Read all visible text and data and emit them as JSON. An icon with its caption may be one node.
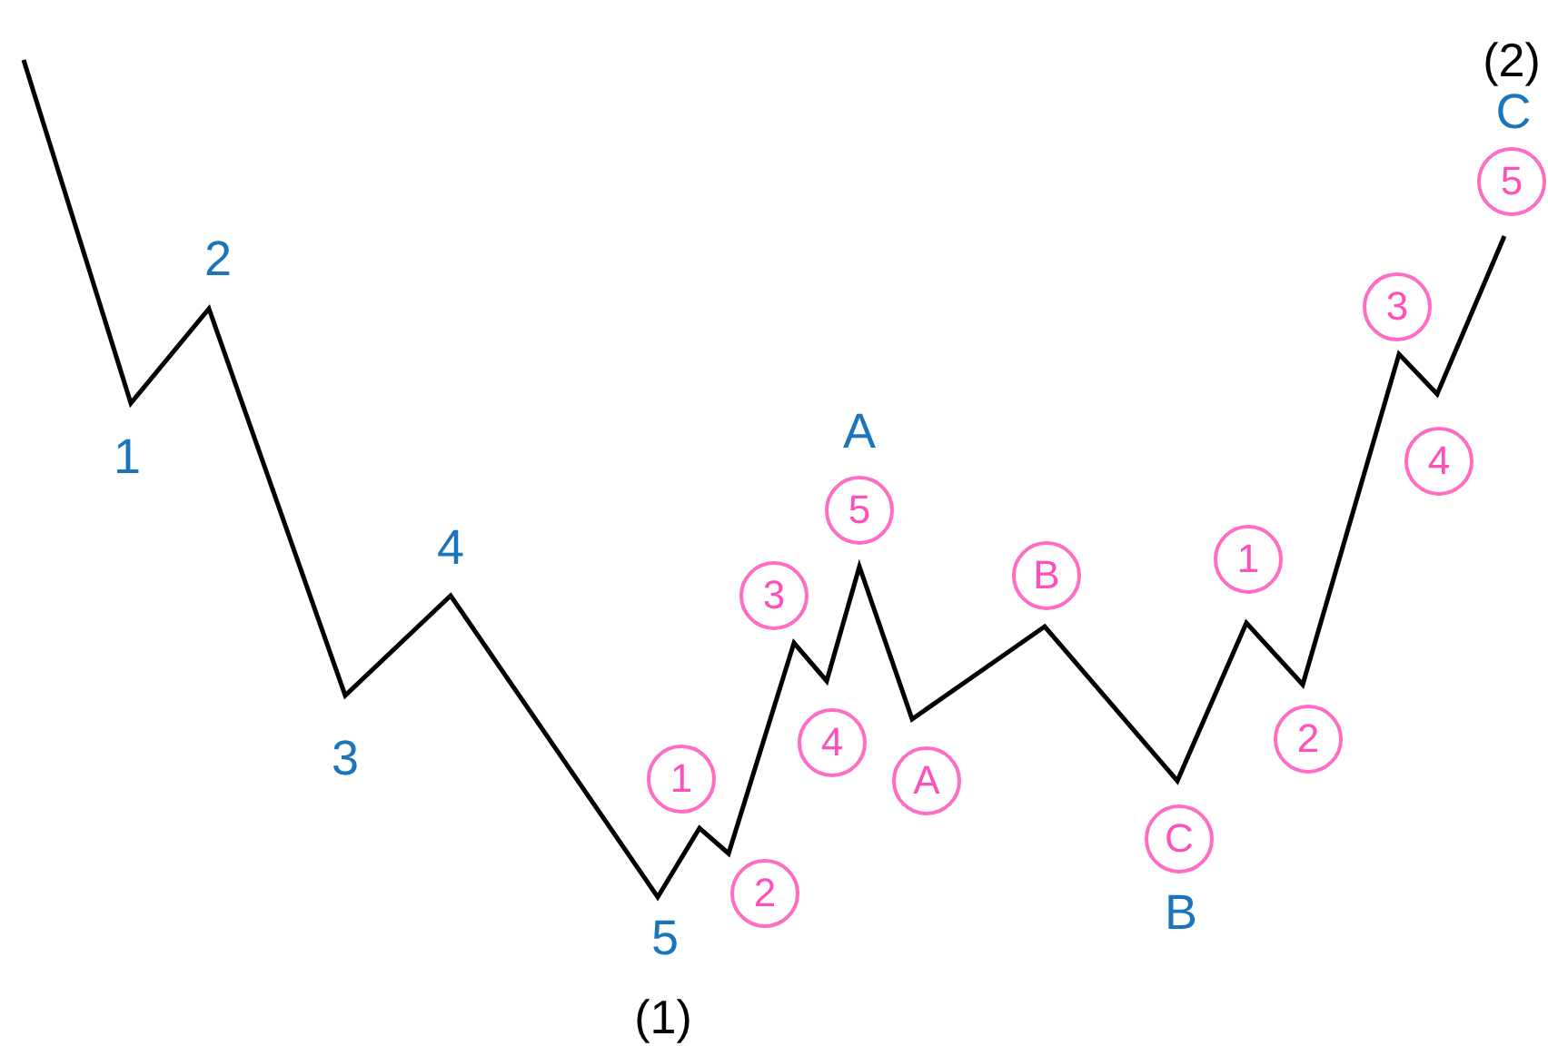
{
  "diagram": {
    "labels": [
      "1",
      "2",
      "3",
      "4",
      "5",
      "(1)",
      "1",
      "2",
      "3",
      "4",
      "A",
      "5",
      "A",
      "B",
      "C",
      "B",
      "1",
      "2",
      "3",
      "4",
      "(2)",
      "C",
      "5"
    ]
  }
}
